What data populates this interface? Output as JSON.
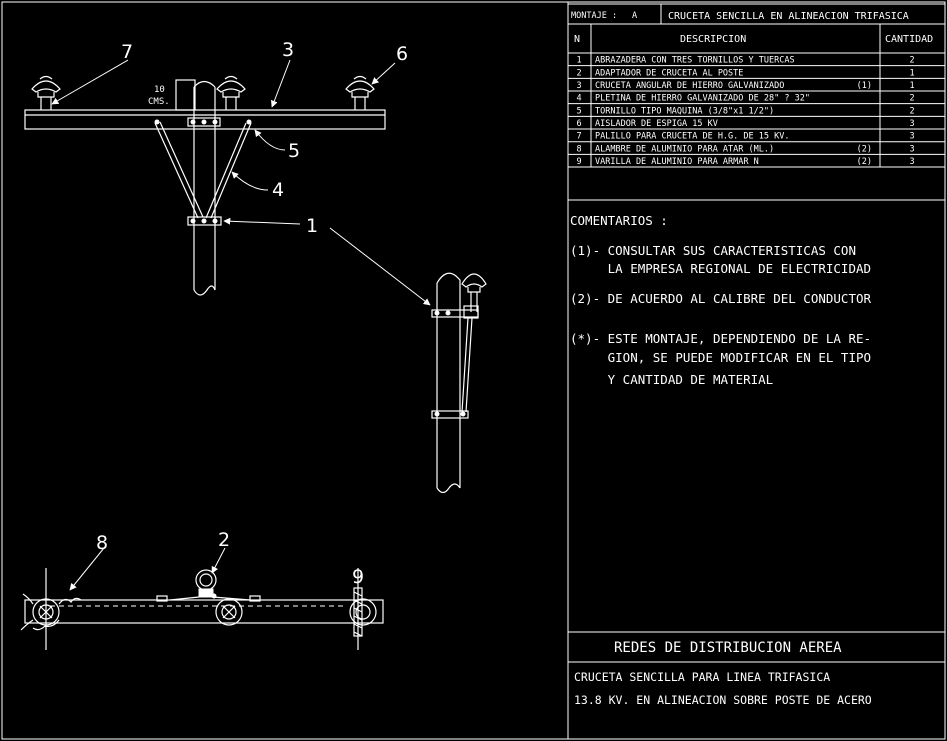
{
  "header": {
    "montaje_label": "MONTAJE :",
    "montaje_value": "A",
    "title": "CRUCETA SENCILLA EN ALINEACION TRIFASICA"
  },
  "materials_table": {
    "columns": [
      "N",
      "DESCRIPCION",
      "CANTIDAD"
    ],
    "rows": [
      {
        "n": "1",
        "description": "ABRAZADERA CON TRES TORNILLOS Y TUERCAS",
        "note": "",
        "qty": "2"
      },
      {
        "n": "2",
        "description": "ADAPTADOR DE CRUCETA AL POSTE",
        "note": "",
        "qty": "1"
      },
      {
        "n": "3",
        "description": "CRUCETA ANGULAR DE HIERRO GALVANIZADO",
        "note": "(1)",
        "qty": "1"
      },
      {
        "n": "4",
        "description": "PLETINA DE HIERRO GALVANIZADO DE 28\" ? 32\"",
        "note": "",
        "qty": "2"
      },
      {
        "n": "5",
        "description": "TORNILLO TIPO MAQUINA (3/8\"x1 1/2\")",
        "note": "",
        "qty": "2"
      },
      {
        "n": "6",
        "description": "AISLADOR DE ESPIGA 15 KV",
        "note": "",
        "qty": "3"
      },
      {
        "n": "7",
        "description": "PALILLO PARA CRUCETA DE H.G. DE 15 KV.",
        "note": "",
        "qty": "3"
      },
      {
        "n": "8",
        "description": "ALAMBRE DE ALUMINIO PARA ATAR  (ML.)",
        "note": "(2)",
        "qty": "3"
      },
      {
        "n": "9",
        "description": "VARILLA DE ALUMINIO PARA ARMAR N",
        "note": "(2)",
        "qty": "3"
      }
    ]
  },
  "comments": {
    "heading": "COMENTARIOS  :",
    "lines": [
      "(1)- CONSULTAR SUS CARACTERISTICAS CON",
      "     LA EMPRESA REGIONAL DE ELECTRICIDAD",
      "(2)- DE ACUERDO AL CALIBRE DEL CONDUCTOR",
      "(*)- ESTE MONTAJE, DEPENDIENDO DE LA RE-",
      "     GION, SE PUEDE MODIFICAR EN EL TIPO",
      "     Y CANTIDAD DE MATERIAL"
    ]
  },
  "title_block": {
    "main": "REDES DE DISTRIBUCION AEREA",
    "line1": "CRUCETA SENCILLA PARA LINEA TRIFASICA",
    "line2": "13.8 KV. EN ALINEACION SOBRE POSTE DE ACERO"
  },
  "drawing": {
    "dimension_value": "10",
    "dimension_unit": "CMS.",
    "callouts": {
      "c1": "1",
      "c2": "2",
      "c3": "3",
      "c4": "4",
      "c5": "5",
      "c6": "6",
      "c7": "7",
      "c8": "8",
      "c9": "9"
    }
  }
}
